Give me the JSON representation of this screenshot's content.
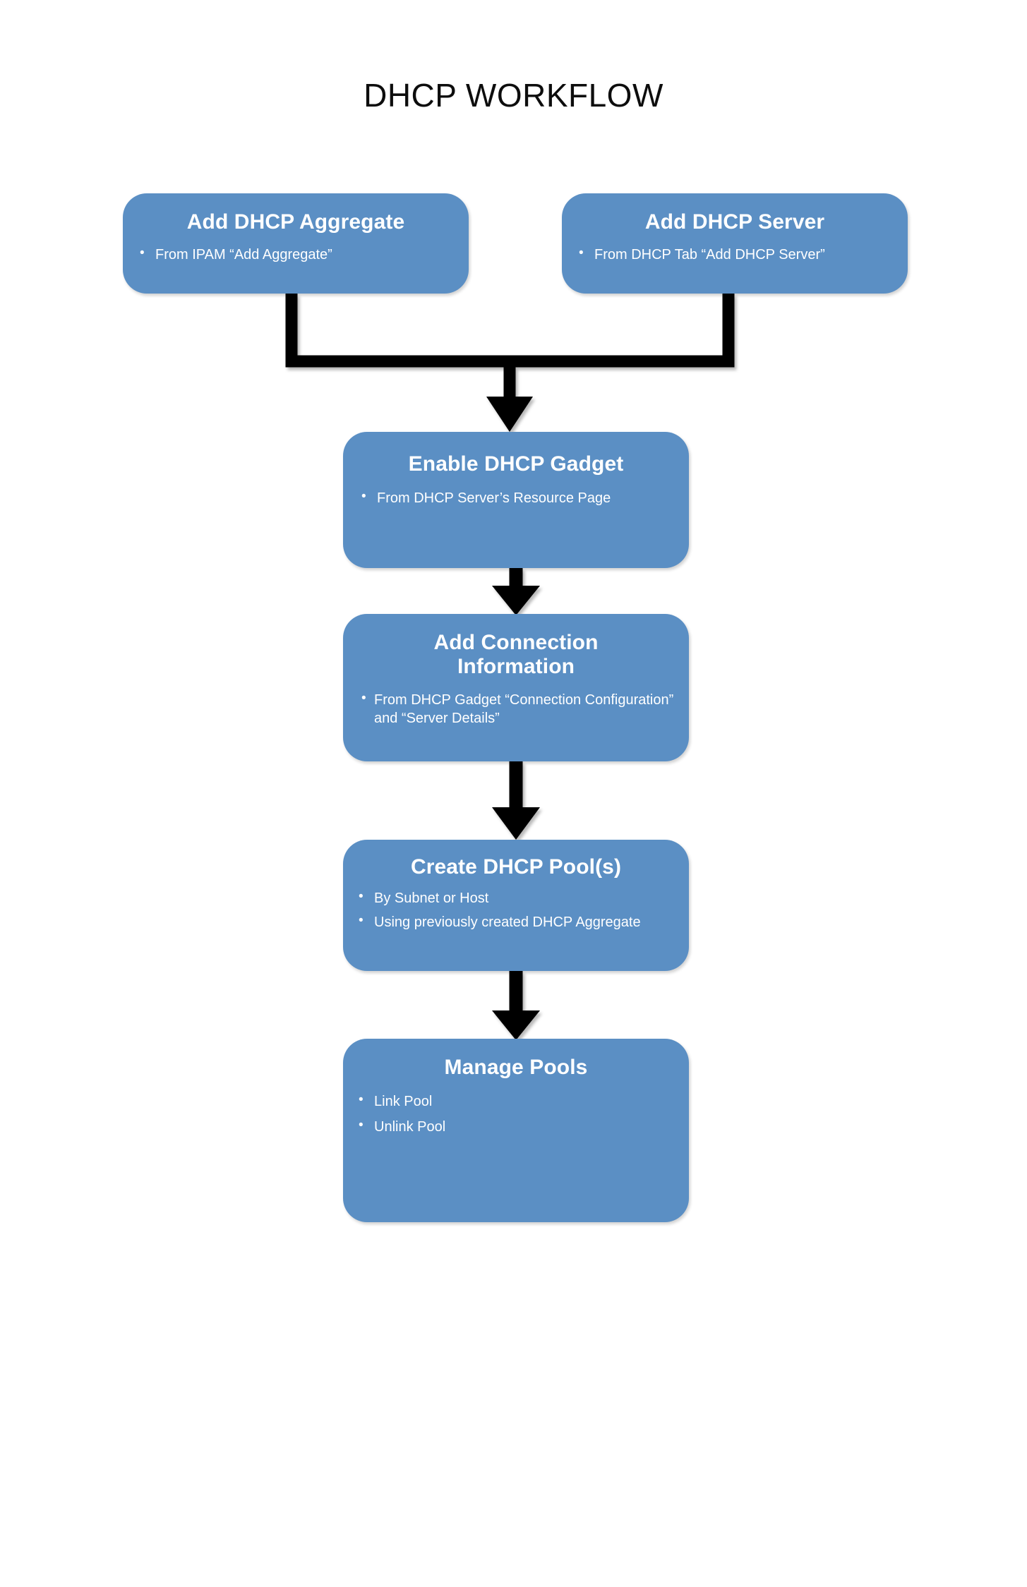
{
  "page": {
    "title": "DHCP WORKFLOW",
    "background_color": "#ffffff",
    "node_color": "#5b8fc4",
    "node_text_color": "#ffffff",
    "connector_color": "#000000",
    "title_color": "#0d0d0d"
  },
  "diagram": {
    "type": "flowchart",
    "orientation": "top-to-bottom",
    "nodes": [
      {
        "id": "add-dhcp-aggregate",
        "title": "Add DHCP Aggregate",
        "bullets": [
          "From  IPAM “Add Aggregate”"
        ]
      },
      {
        "id": "add-dhcp-server",
        "title": "Add DHCP Server",
        "bullets": [
          "From  DHCP Tab “Add DHCP Server”"
        ]
      },
      {
        "id": "enable-dhcp-gadget",
        "title": "Enable DHCP Gadget",
        "bullets": [
          "From  DHCP Server’s Resource Page"
        ]
      },
      {
        "id": "add-connection-information",
        "title_line1": "Add Connection",
        "title_line2": "Information",
        "bullets": [
          "From  DHCP Gadget “Connection Configuration” and “Server Details”"
        ]
      },
      {
        "id": "create-dhcp-pools",
        "title": "Create DHCP Pool(s)",
        "bullets": [
          "By Subnet or Host",
          "Using previously created DHCP Aggregate"
        ]
      },
      {
        "id": "manage-pools",
        "title": "Manage Pools",
        "bullets": [
          "Link Pool",
          "Unlink Pool"
        ]
      }
    ],
    "edges": [
      {
        "from": "add-dhcp-aggregate",
        "to": "enable-dhcp-gadget",
        "style": "elbow-merge"
      },
      {
        "from": "add-dhcp-server",
        "to": "enable-dhcp-gadget",
        "style": "elbow-merge"
      },
      {
        "from": "enable-dhcp-gadget",
        "to": "add-connection-information",
        "style": "straight-arrow"
      },
      {
        "from": "add-connection-information",
        "to": "create-dhcp-pools",
        "style": "straight-arrow"
      },
      {
        "from": "create-dhcp-pools",
        "to": "manage-pools",
        "style": "straight-arrow"
      }
    ]
  }
}
